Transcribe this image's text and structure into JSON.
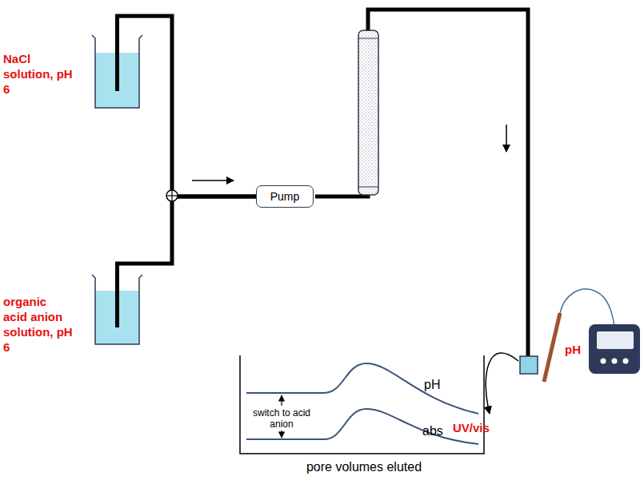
{
  "diagram": {
    "nodes": [
      {
        "text": [
          "NaCl solution, pH 6"
        ]
      },
      {
        "text": [
          "organic acid anion solution, pH 6"
        ]
      },
      {
        "text": [
          "Pump"
        ]
      }
    ],
    "edges": [
      {
        "from": 0,
        "to": 2,
        "arrow": "none"
      },
      {
        "from": 1,
        "to": 2,
        "arrow": "none"
      }
    ],
    "labels": [
      "pH",
      "UV/vis",
      "pH",
      "abs",
      "switch to acid anion",
      "pore volumes eluted"
    ]
  }
}
